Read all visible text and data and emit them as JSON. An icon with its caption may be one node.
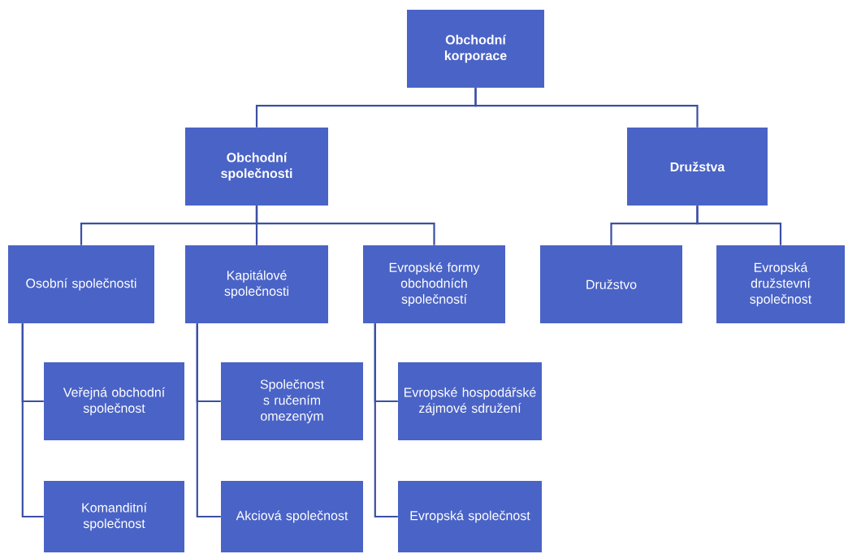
{
  "diagram": {
    "nodes": [
      {
        "text": [
          "Obchodní korporace"
        ]
      },
      {
        "text": [
          "Obchodní společnosti"
        ]
      },
      {
        "text": [
          "Družstva"
        ]
      },
      {
        "text": [
          "Osobní společnosti"
        ]
      },
      {
        "text": [
          "Kapitálové společnosti"
        ]
      },
      {
        "text": [
          "Evropské formy obchodních společností"
        ]
      },
      {
        "text": [
          "Družstvo"
        ]
      },
      {
        "text": [
          "Evropská družstevní společnost"
        ]
      },
      {
        "text": [
          "Veřejná obchodní společnost"
        ]
      },
      {
        "text": [
          "Komanditní společnost"
        ]
      },
      {
        "text": [
          "Společnost s ručením omezeným"
        ]
      },
      {
        "text": [
          "Akciová společnost"
        ]
      },
      {
        "text": [
          "Evropské hospodářské zájmové sdružení"
        ]
      },
      {
        "text": [
          "Evropská společnost"
        ]
      }
    ],
    "edges": [
      {
        "from": 0,
        "to": 1,
        "arrow": "none"
      },
      {
        "from": 0,
        "to": 2,
        "arrow": "none"
      },
      {
        "from": 1,
        "to": 3,
        "arrow": "none"
      },
      {
        "from": 1,
        "to": 4,
        "arrow": "none"
      },
      {
        "from": 1,
        "to": 5,
        "arrow": "none"
      },
      {
        "from": 2,
        "to": 6,
        "arrow": "none"
      },
      {
        "from": 2,
        "to": 7,
        "arrow": "none"
      },
      {
        "from": 3,
        "to": 8,
        "arrow": "none"
      },
      {
        "from": 3,
        "to": 9,
        "arrow": "none"
      },
      {
        "from": 4,
        "to": 10,
        "arrow": "none"
      },
      {
        "from": 4,
        "to": 11,
        "arrow": "none"
      },
      {
        "from": 5,
        "to": 12,
        "arrow": "none"
      },
      {
        "from": 5,
        "to": 13,
        "arrow": "none"
      }
    ]
  }
}
